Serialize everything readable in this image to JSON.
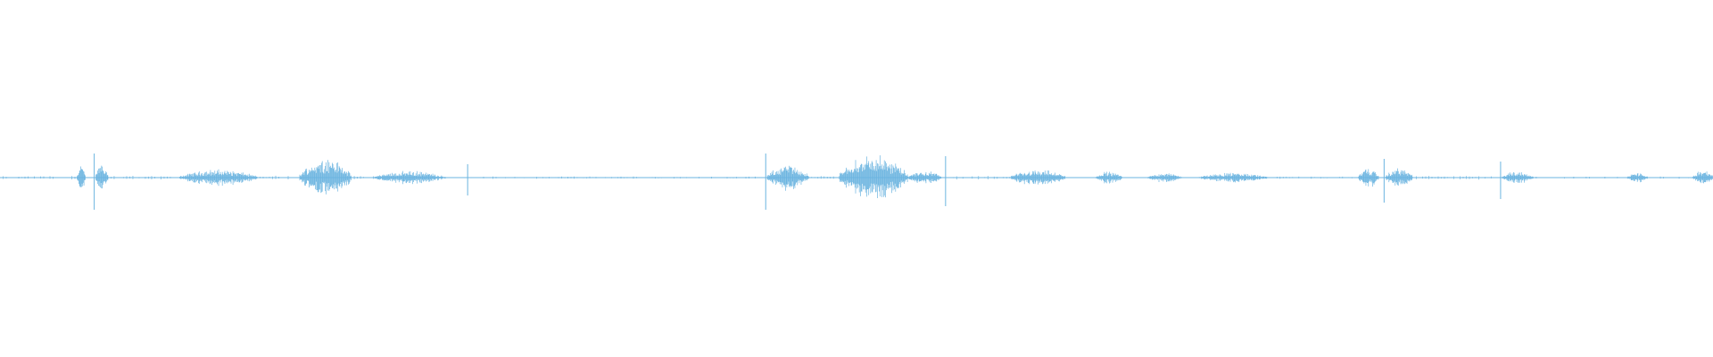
{
  "waveform": {
    "color": "#6bb4e0",
    "background": "#ffffff",
    "baseline_fraction": 0.497,
    "duration_fraction_note": "",
    "bursts": [
      {
        "t": 0.0,
        "t_end": 0.045,
        "amp": 0.01,
        "density": "sparse"
      },
      {
        "t": 0.045,
        "t_end": 0.05,
        "amp": 0.04,
        "density": "dense"
      },
      {
        "t": 0.054,
        "t_end": 0.056,
        "amp": 0.09,
        "density": "spike"
      },
      {
        "t": 0.056,
        "t_end": 0.063,
        "amp": 0.05,
        "density": "dense"
      },
      {
        "t": 0.063,
        "t_end": 0.1,
        "amp": 0.01,
        "density": "sparse"
      },
      {
        "t": 0.105,
        "t_end": 0.15,
        "amp": 0.025,
        "density": "dense"
      },
      {
        "t": 0.15,
        "t_end": 0.17,
        "amp": 0.01,
        "density": "sparse"
      },
      {
        "t": 0.175,
        "t_end": 0.205,
        "amp": 0.06,
        "density": "dense"
      },
      {
        "t": 0.205,
        "t_end": 0.215,
        "amp": 0.01,
        "density": "sparse"
      },
      {
        "t": 0.218,
        "t_end": 0.26,
        "amp": 0.02,
        "density": "dense"
      },
      {
        "t": 0.272,
        "t_end": 0.274,
        "amp": 0.05,
        "density": "spike"
      },
      {
        "t": 0.275,
        "t_end": 0.445,
        "amp": 0.006,
        "density": "sparse"
      },
      {
        "t": 0.446,
        "t_end": 0.448,
        "amp": 0.09,
        "density": "spike"
      },
      {
        "t": 0.448,
        "t_end": 0.472,
        "amp": 0.04,
        "density": "dense"
      },
      {
        "t": 0.472,
        "t_end": 0.49,
        "amp": 0.008,
        "density": "sparse"
      },
      {
        "t": 0.49,
        "t_end": 0.53,
        "amp": 0.07,
        "density": "dense"
      },
      {
        "t": 0.53,
        "t_end": 0.55,
        "amp": 0.02,
        "density": "dense"
      },
      {
        "t": 0.551,
        "t_end": 0.553,
        "amp": 0.08,
        "density": "spike"
      },
      {
        "t": 0.553,
        "t_end": 0.59,
        "amp": 0.01,
        "density": "sparse"
      },
      {
        "t": 0.59,
        "t_end": 0.622,
        "amp": 0.025,
        "density": "dense"
      },
      {
        "t": 0.64,
        "t_end": 0.655,
        "amp": 0.02,
        "density": "dense"
      },
      {
        "t": 0.67,
        "t_end": 0.69,
        "amp": 0.015,
        "density": "dense"
      },
      {
        "t": 0.7,
        "t_end": 0.74,
        "amp": 0.015,
        "density": "dense"
      },
      {
        "t": 0.74,
        "t_end": 0.793,
        "amp": 0.006,
        "density": "sparse"
      },
      {
        "t": 0.793,
        "t_end": 0.805,
        "amp": 0.03,
        "density": "dense"
      },
      {
        "t": 0.807,
        "t_end": 0.809,
        "amp": 0.07,
        "density": "spike"
      },
      {
        "t": 0.809,
        "t_end": 0.825,
        "amp": 0.03,
        "density": "dense"
      },
      {
        "t": 0.825,
        "t_end": 0.874,
        "amp": 0.01,
        "density": "sparse"
      },
      {
        "t": 0.875,
        "t_end": 0.877,
        "amp": 0.06,
        "density": "spike"
      },
      {
        "t": 0.877,
        "t_end": 0.895,
        "amp": 0.02,
        "density": "dense"
      },
      {
        "t": 0.895,
        "t_end": 0.945,
        "amp": 0.006,
        "density": "sparse"
      },
      {
        "t": 0.95,
        "t_end": 0.962,
        "amp": 0.015,
        "density": "dense"
      },
      {
        "t": 0.962,
        "t_end": 0.988,
        "amp": 0.006,
        "density": "sparse"
      },
      {
        "t": 0.988,
        "t_end": 1.0,
        "amp": 0.025,
        "density": "dense"
      }
    ]
  }
}
